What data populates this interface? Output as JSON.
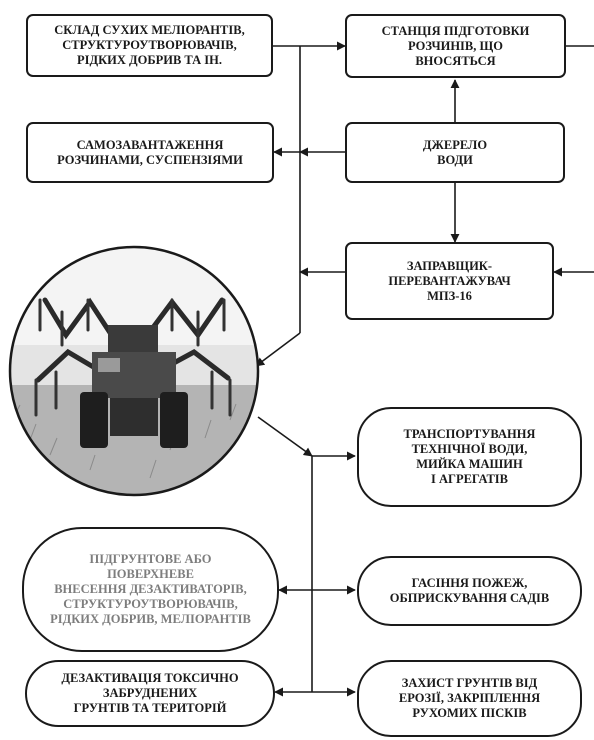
{
  "colors": {
    "ink": "#1a1a1a",
    "muted_text": "#7d7d7d",
    "background": "#ffffff"
  },
  "photo": {
    "icon": "sprayer-photo-icon"
  },
  "boxes": {
    "storage": "СКЛАД СУХИХ МЕЛІОРАНТІВ,\nСТРУКТУРОУТВОРЮВАЧІВ,\nРІДКИХ ДОБРИВ ТА ІН.",
    "station": "СТАНЦІЯ ПІДГОТОВКИ\nРОЗЧИНІВ, ЩО\nВНОСЯТЬСЯ",
    "self_loading": "САМОЗАВАНТАЖЕННЯ\nРОЗЧИНАМИ, СУСПЕНЗІЯМИ",
    "water_source": "ДЖЕРЕЛО\nВОДИ",
    "tanker": "ЗАПРАВЩИК-\nПЕРЕВАНТАЖУВАЧ\nМПЗ-16",
    "transport": "ТРАНСПОРТУВАННЯ\nТЕХНІЧНОЇ ВОДИ,\nМИЙКА МАШИН\nІ АГРЕГАТІВ",
    "subsoil": "ПІДГРУНТОВЕ АБО\nПОВЕРХНЕВЕ\nВНЕСЕННЯ ДЕЗАКТИВАТОРІВ,\nСТРУКТУРОУТВОРЮВАЧІВ,\nРІДКИХ ДОБРИВ, МЕЛІОРАНТІВ",
    "fire": "ГАСІННЯ ПОЖЕЖ,\nОБПРИСКУВАННЯ САДІВ",
    "decontamination": "ДЕЗАКТИВАЦІЯ ТОКСИЧНО\nЗАБРУДНЕНИХ\nГРУНТІВ ТА ТЕРИТОРІЙ",
    "protection": "ЗАХИСТ ГРУНТІВ ВІД\nЕРОЗІЇ, ЗАКРІПЛЕННЯ\nРУХОМИХ ПІСКІВ"
  }
}
